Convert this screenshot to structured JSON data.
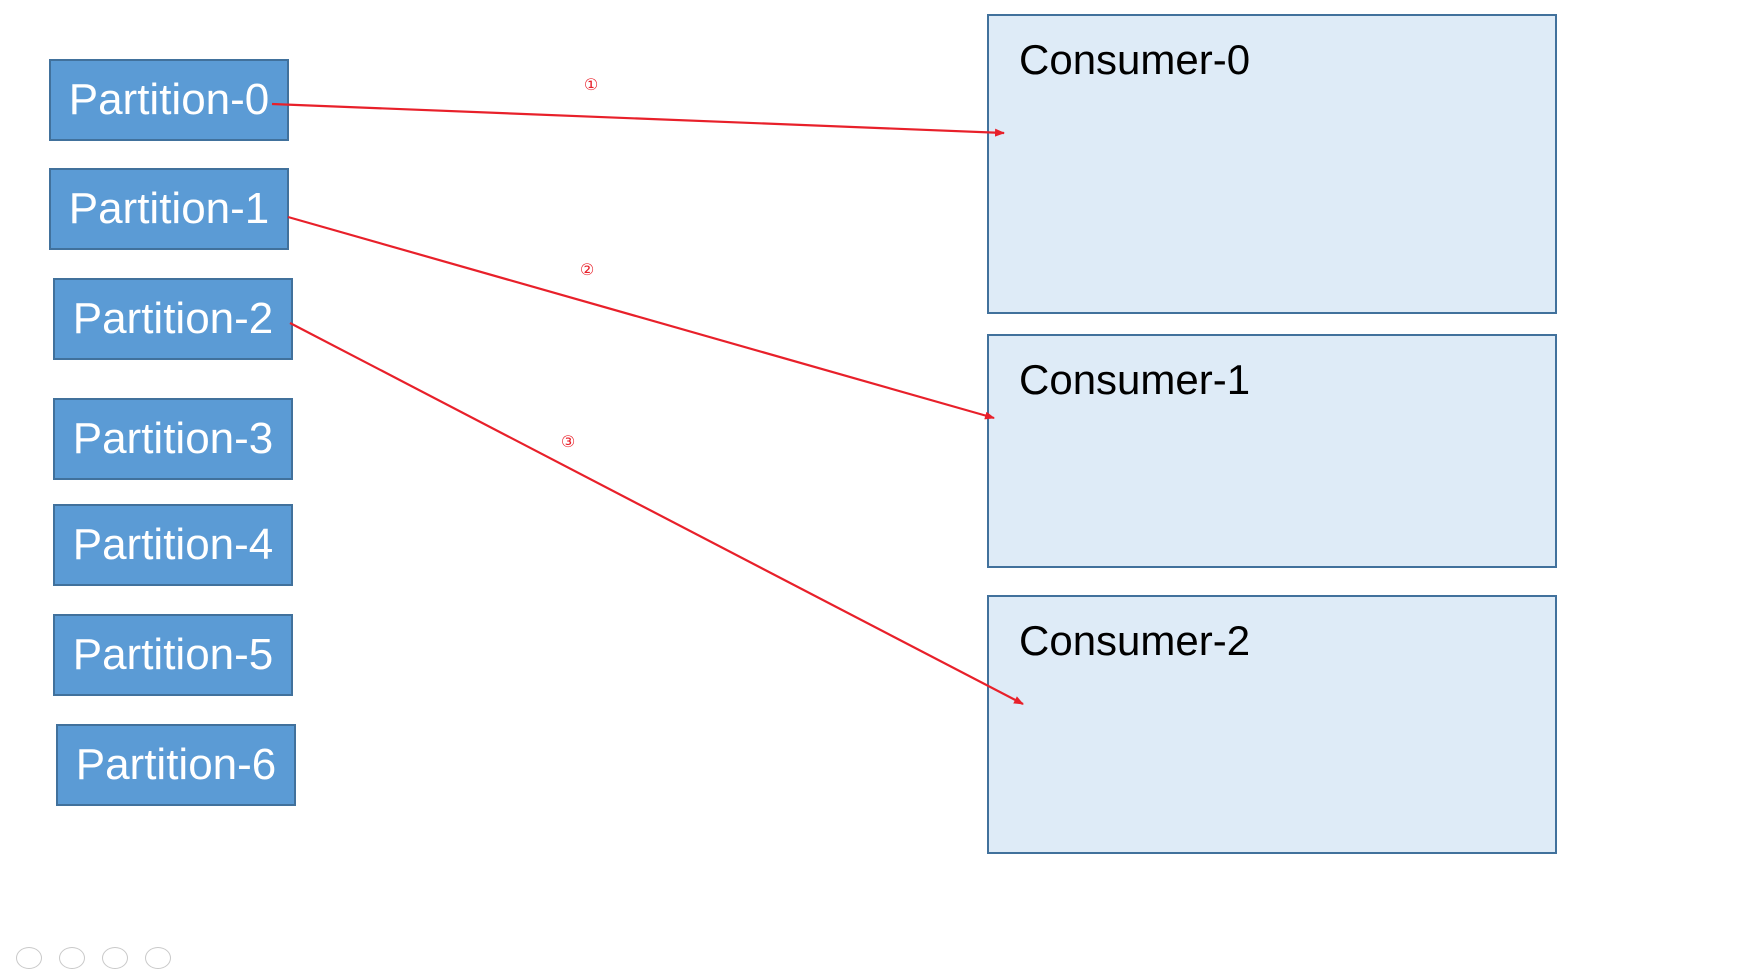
{
  "partitions": [
    {
      "label": "Partition-0"
    },
    {
      "label": "Partition-1"
    },
    {
      "label": "Partition-2"
    },
    {
      "label": "Partition-3"
    },
    {
      "label": "Partition-4"
    },
    {
      "label": "Partition-5"
    },
    {
      "label": "Partition-6"
    }
  ],
  "consumers": [
    {
      "label": "Consumer-0"
    },
    {
      "label": "Consumer-1"
    },
    {
      "label": "Consumer-2"
    }
  ],
  "assignments": [
    {
      "from": "Partition-0",
      "to": "Consumer-0",
      "step": "①"
    },
    {
      "from": "Partition-1",
      "to": "Consumer-1",
      "step": "②"
    },
    {
      "from": "Partition-2",
      "to": "Consumer-2",
      "step": "③"
    }
  ],
  "colors": {
    "partition_fill": "#5b9bd5",
    "partition_border": "#41719c",
    "consumer_fill": "#deebf7",
    "arrow": "#e8202a"
  },
  "toolbar_icons": [
    "slide-view-icon",
    "search-icon",
    "slideshow-icon",
    "more-icon"
  ]
}
